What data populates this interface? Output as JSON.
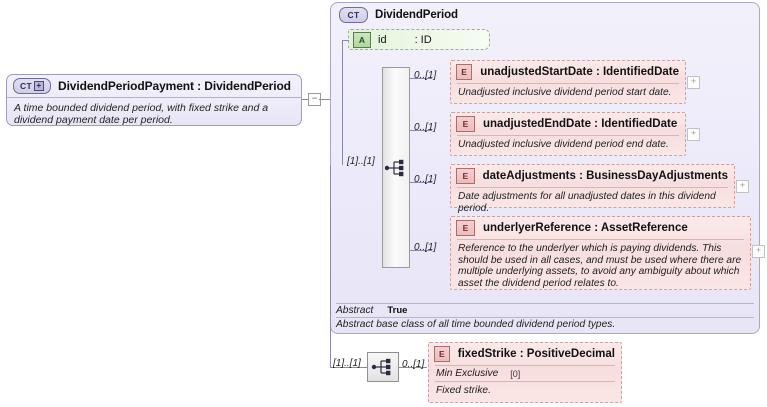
{
  "diagram": {
    "title": "DividendPeriod XSD schema diagram",
    "type": "xsd-component-diagram"
  },
  "reference_type": {
    "badge": "CT",
    "badge_plus": "+",
    "label": "DividendPeriodPayment : DividendPeriod",
    "description": "A time bounded dividend period, with fixed strike and a dividend payment date per period.",
    "collapse_toggle": "−"
  },
  "main_type": {
    "badge": "CT",
    "label": "DividendPeriod",
    "abstract_label": "Abstract",
    "abstract_value": "True",
    "abstract_description": "Abstract base class of all time bounded dividend period types."
  },
  "attribute": {
    "badge": "A",
    "name": "id",
    "type": ": ID"
  },
  "sequence": {
    "cardinality": "[1]..[1]",
    "icon": "sequence-icon"
  },
  "elements": [
    {
      "badge": "E",
      "cardinality": "0..[1]",
      "name": "unadjustedStartDate : IdentifiedDate",
      "description": "Unadjusted inclusive dividend period start date.",
      "expand": "+"
    },
    {
      "badge": "E",
      "cardinality": "0..[1]",
      "name": "unadjustedEndDate : IdentifiedDate",
      "description": "Unadjusted inclusive dividend period end date.",
      "expand": "+"
    },
    {
      "badge": "E",
      "cardinality": "0..[1]",
      "name": "dateAdjustments : BusinessDayAdjustments",
      "description": "Date adjustments for all unadjusted dates in this dividend period.",
      "expand": "+"
    },
    {
      "badge": "E",
      "cardinality": "0..[1]",
      "name": "underlyerReference : AssetReference",
      "description": "Reference to the underlyer which is paying dividends. This should be used in all cases, and must be used where there are multiple underlying assets, to avoid any ambiguity about which asset the dividend period relates to.",
      "expand": "+"
    }
  ],
  "bottom_sequence": {
    "cardinality": "[1]..[1]",
    "icon": "sequence-icon"
  },
  "fixed_strike": {
    "badge": "E",
    "cardinality": "0..[1]",
    "name": "fixedStrike : PositiveDecimal",
    "facet_name": "Min Exclusive",
    "facet_value": "[0]",
    "description": "Fixed strike."
  },
  "colors": {
    "element_fill": "#f8dede",
    "element_border": "#c9a3a3",
    "type_fill": "#eceafa",
    "type_border": "#a9a6cb",
    "attribute_fill": "#eaf7e3",
    "attribute_border": "#8fb987",
    "line": "#8a88a8"
  }
}
